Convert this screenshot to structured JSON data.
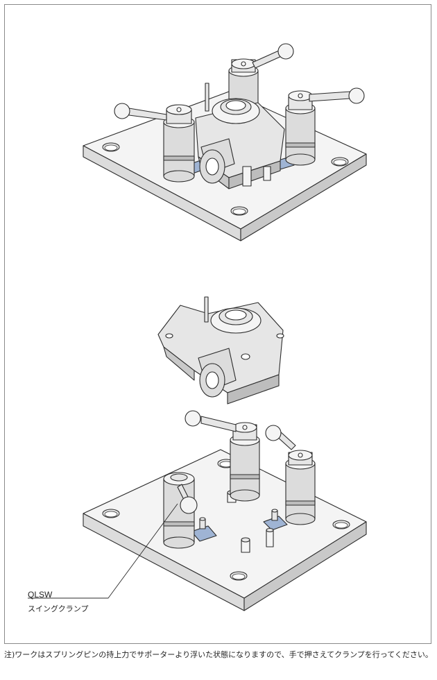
{
  "callout": {
    "model": "QLSW",
    "name": "スイングクランプ"
  },
  "note": "注)ワークはスプリングピンの持上力でサポーターより浮いた状態になりますので、手で押さえてクランプを行ってください。",
  "colors": {
    "line": "#2b2b2b",
    "face_top": "#f4f4f4",
    "face_side": "#dcdcdc",
    "face_dark": "#bdbdbd",
    "support_blue": "#9fb4d4"
  }
}
